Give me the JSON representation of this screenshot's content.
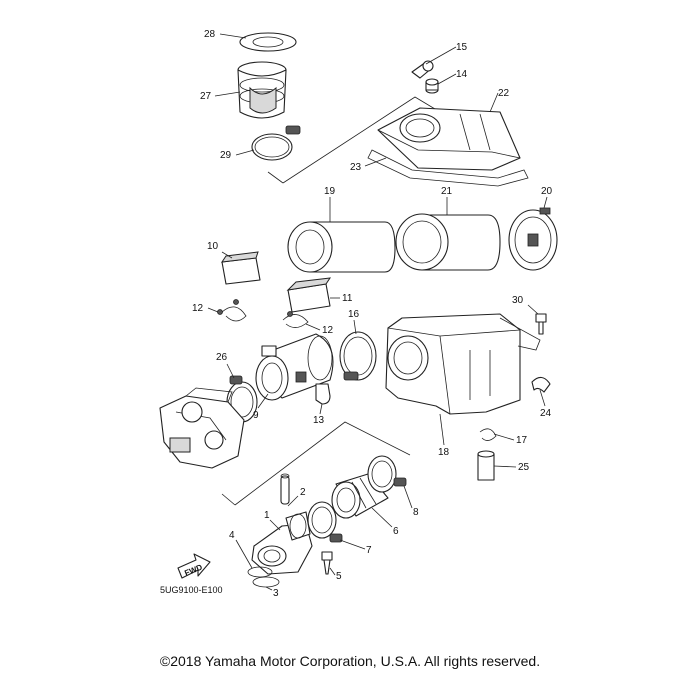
{
  "diagram": {
    "code": "5UG9100-E100",
    "fwd_label": "FWD",
    "copyright": "©2018 Yamaha Motor Corporation, U.S.A. All rights reserved."
  },
  "callouts": {
    "c1": "1",
    "c2": "2",
    "c3": "3",
    "c4": "4",
    "c5": "5",
    "c6": "6",
    "c7": "7",
    "c8": "8",
    "c9": "9",
    "c10": "10",
    "c11": "11",
    "c12a": "12",
    "c12b": "12",
    "c13": "13",
    "c14": "14",
    "c15": "15",
    "c16": "16",
    "c17": "17",
    "c18": "18",
    "c19": "19",
    "c20": "20",
    "c21": "21",
    "c22": "22",
    "c23": "23",
    "c24": "24",
    "c25": "25",
    "c26": "26",
    "c27": "27",
    "c28": "28",
    "c29": "29",
    "c30": "30"
  }
}
